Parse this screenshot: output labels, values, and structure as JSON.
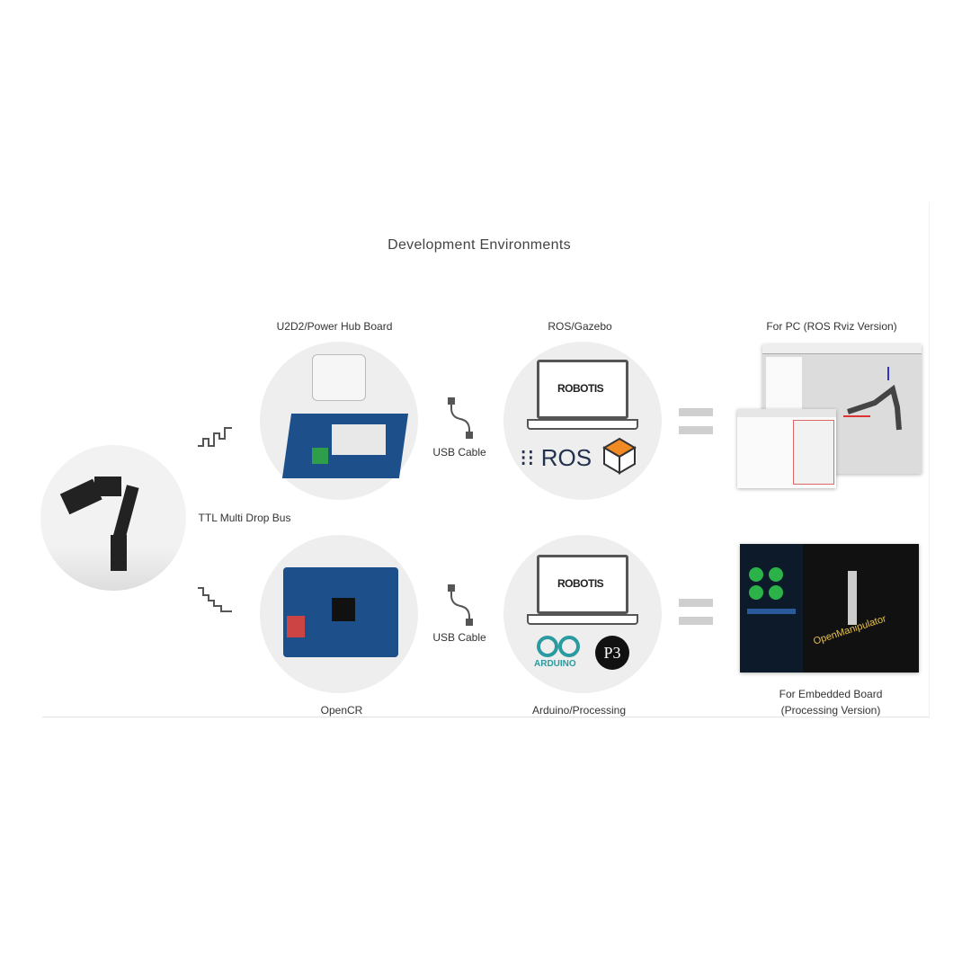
{
  "title": "Development Environments",
  "robot": {
    "bus_label": "TTL Multi Drop Bus"
  },
  "row1": {
    "board_label": "U2D2/Power Hub Board",
    "cable_label": "USB Cable",
    "env_label": "ROS/Gazebo",
    "env_logo_text": "ROS",
    "laptop_brand": "ROBOTIS",
    "result_label": "For PC (ROS Rviz Version)"
  },
  "row2": {
    "board_label": "OpenCR",
    "cable_label": "USB Cable",
    "env_label": "Arduino/Processing",
    "env_logo_text": "ARDUINO",
    "processing_logo": "P3",
    "laptop_brand": "ROBOTIS",
    "result_label_1": "For Embedded Board",
    "result_label_2": "(Processing Version)",
    "screen_text": "OpenManipulator"
  },
  "colors": {
    "arduino": "#2a9ba0",
    "gazebo": "#f08a24",
    "ros": "#22314e",
    "board": "#1d4f8a"
  }
}
